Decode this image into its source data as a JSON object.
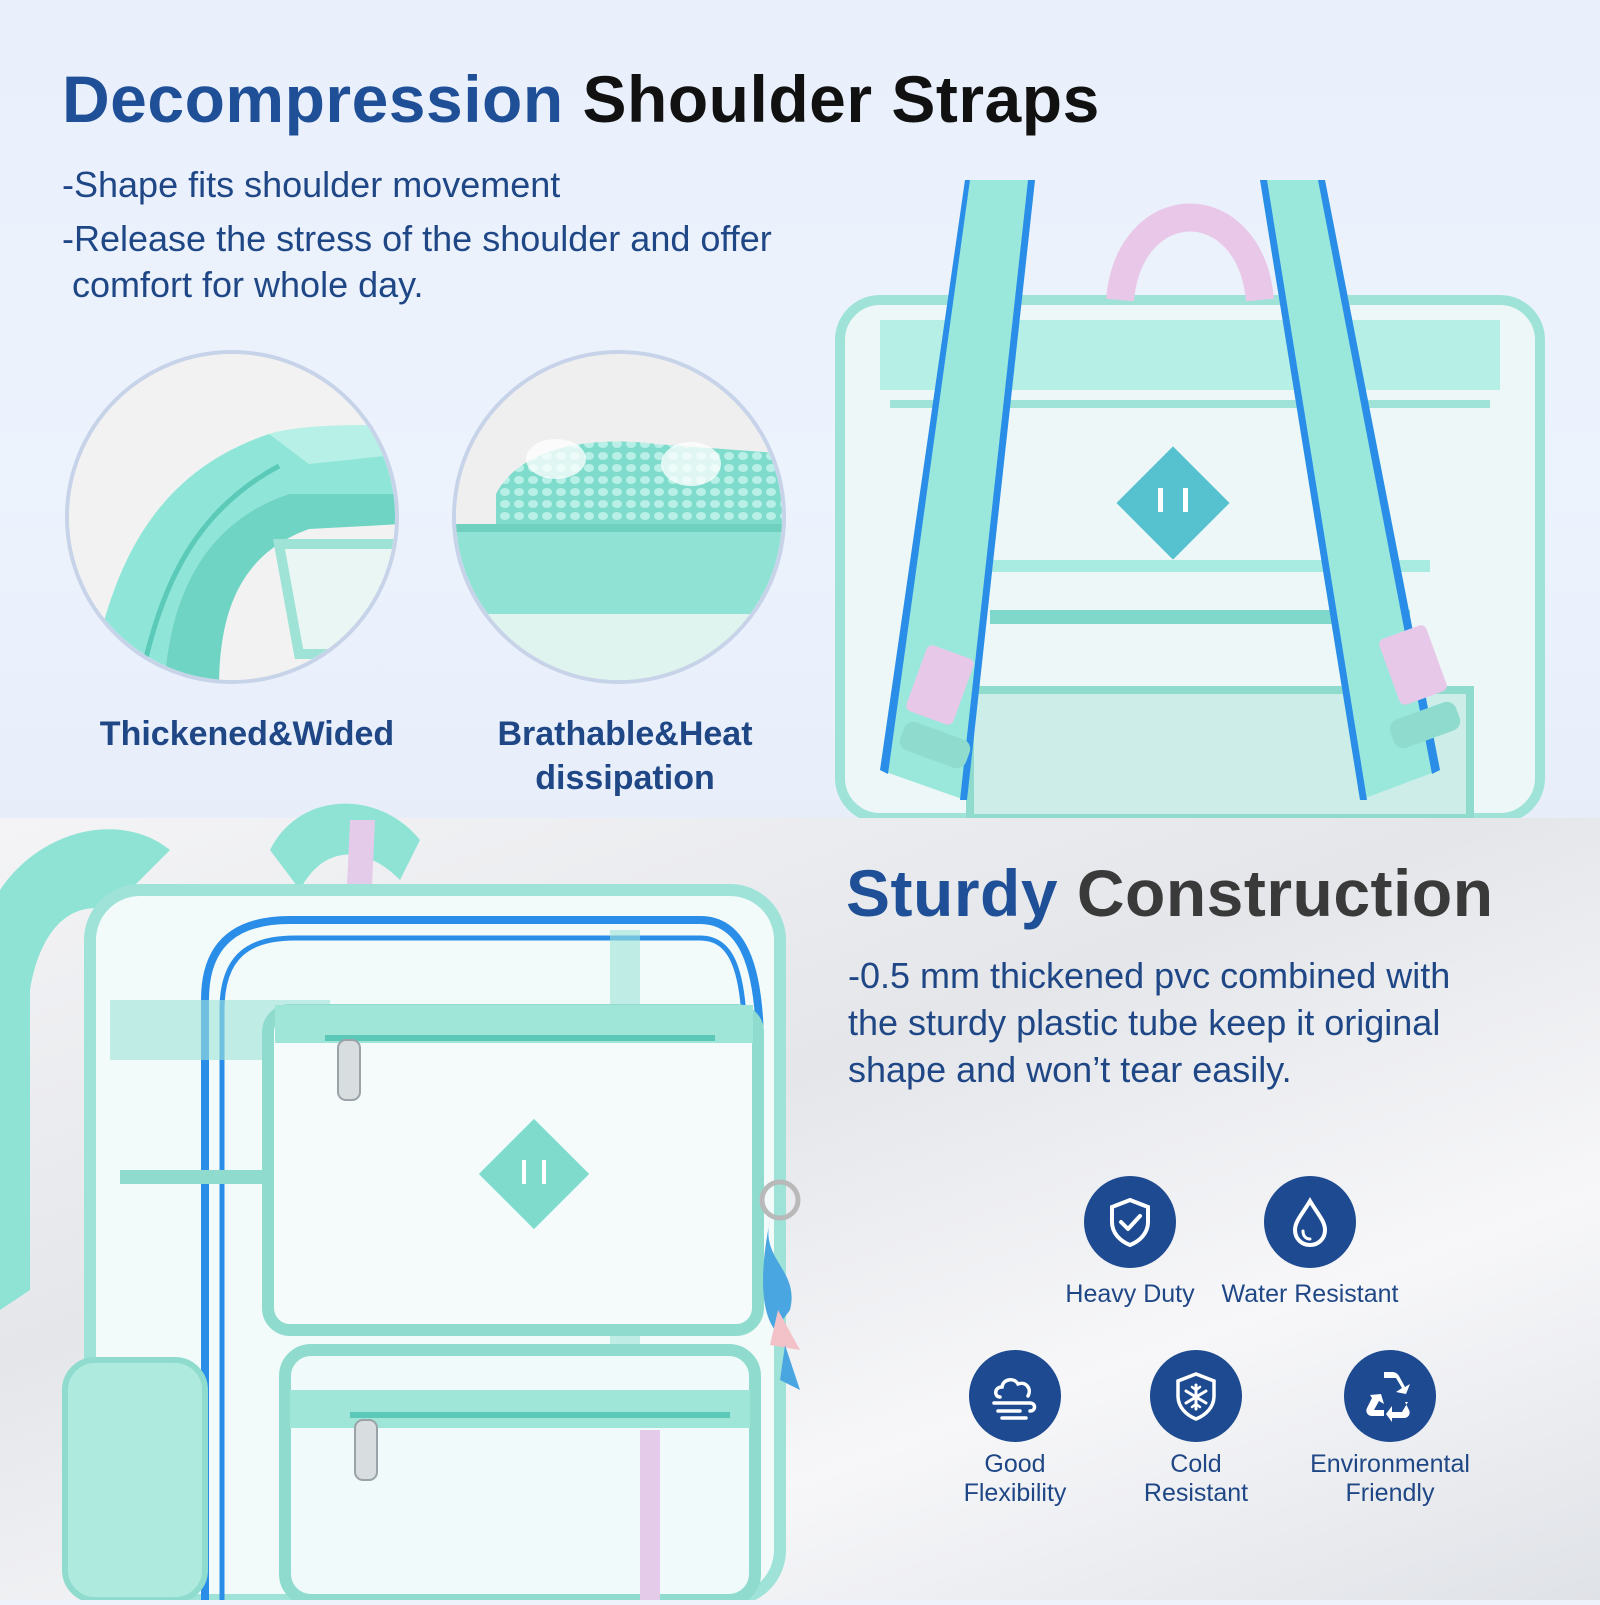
{
  "top": {
    "headline_accent": "Decompression",
    "headline_rest": "Shoulder Straps",
    "bullet1": "-Shape fits shoulder movement",
    "bullet2_line1": "-Release the stress of the shoulder and offer",
    "bullet2_line2": " comfort for whole day.",
    "caption1": "Thickened&Wided",
    "caption2_line1": "Brathable&Heat",
    "caption2_line2": "dissipation"
  },
  "bottom": {
    "headline_accent": "Sturdy",
    "headline_rest": "Construction",
    "desc_line1": "-0.5 mm thickened pvc combined with",
    "desc_line2": "the sturdy plastic tube keep it original",
    "desc_line3": "shape and won’t tear easily.",
    "features": [
      {
        "icon": "shield-check-icon",
        "label1": "Heavy Duty",
        "label2": ""
      },
      {
        "icon": "water-drop-icon",
        "label1": "Water Resistant",
        "label2": ""
      },
      {
        "icon": "cloud-wind-icon",
        "label1": "Good",
        "label2": "Flexibility"
      },
      {
        "icon": "snowflake-shield-icon",
        "label1": "Cold",
        "label2": "Resistant"
      },
      {
        "icon": "recycle-icon",
        "label1": "Environmental",
        "label2": "Friendly"
      }
    ]
  },
  "colors": {
    "accent_blue": "#1f4f97",
    "icon_blue": "#1d4a90",
    "mint": "#8fe3d5",
    "strap_blue": "#2a8ee8"
  }
}
